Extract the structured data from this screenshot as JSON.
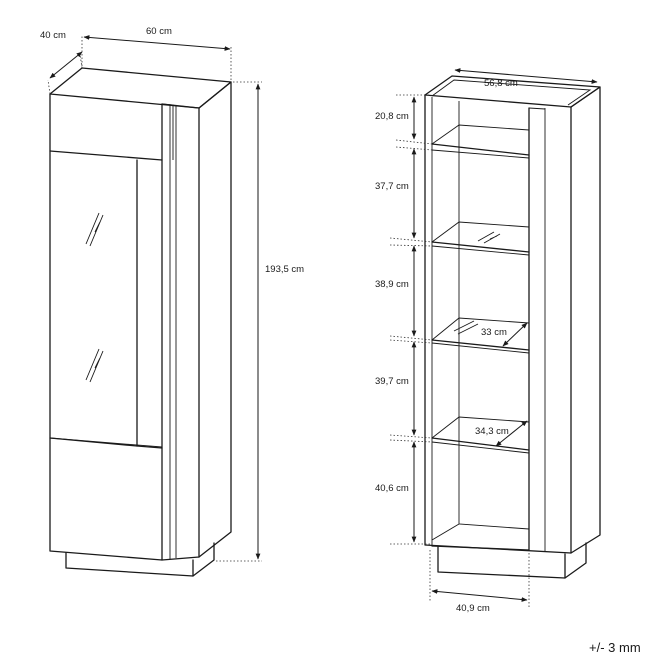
{
  "left_view": {
    "dims": {
      "depth": "40 cm",
      "width": "60 cm",
      "height": "193,5 cm"
    }
  },
  "right_view": {
    "dims": {
      "inner_width": "56,8 cm",
      "top_gap": "20,8 cm",
      "gap_2": "37,7 cm",
      "gap_3": "38,9 cm",
      "gap_4": "39,7 cm",
      "bottom_gap": "40,6 cm",
      "shelf_depth_glass": "33 cm",
      "shelf_depth_low": "34,3 cm",
      "base_width": "40,9 cm"
    }
  },
  "tolerance": "+/- 3 mm"
}
